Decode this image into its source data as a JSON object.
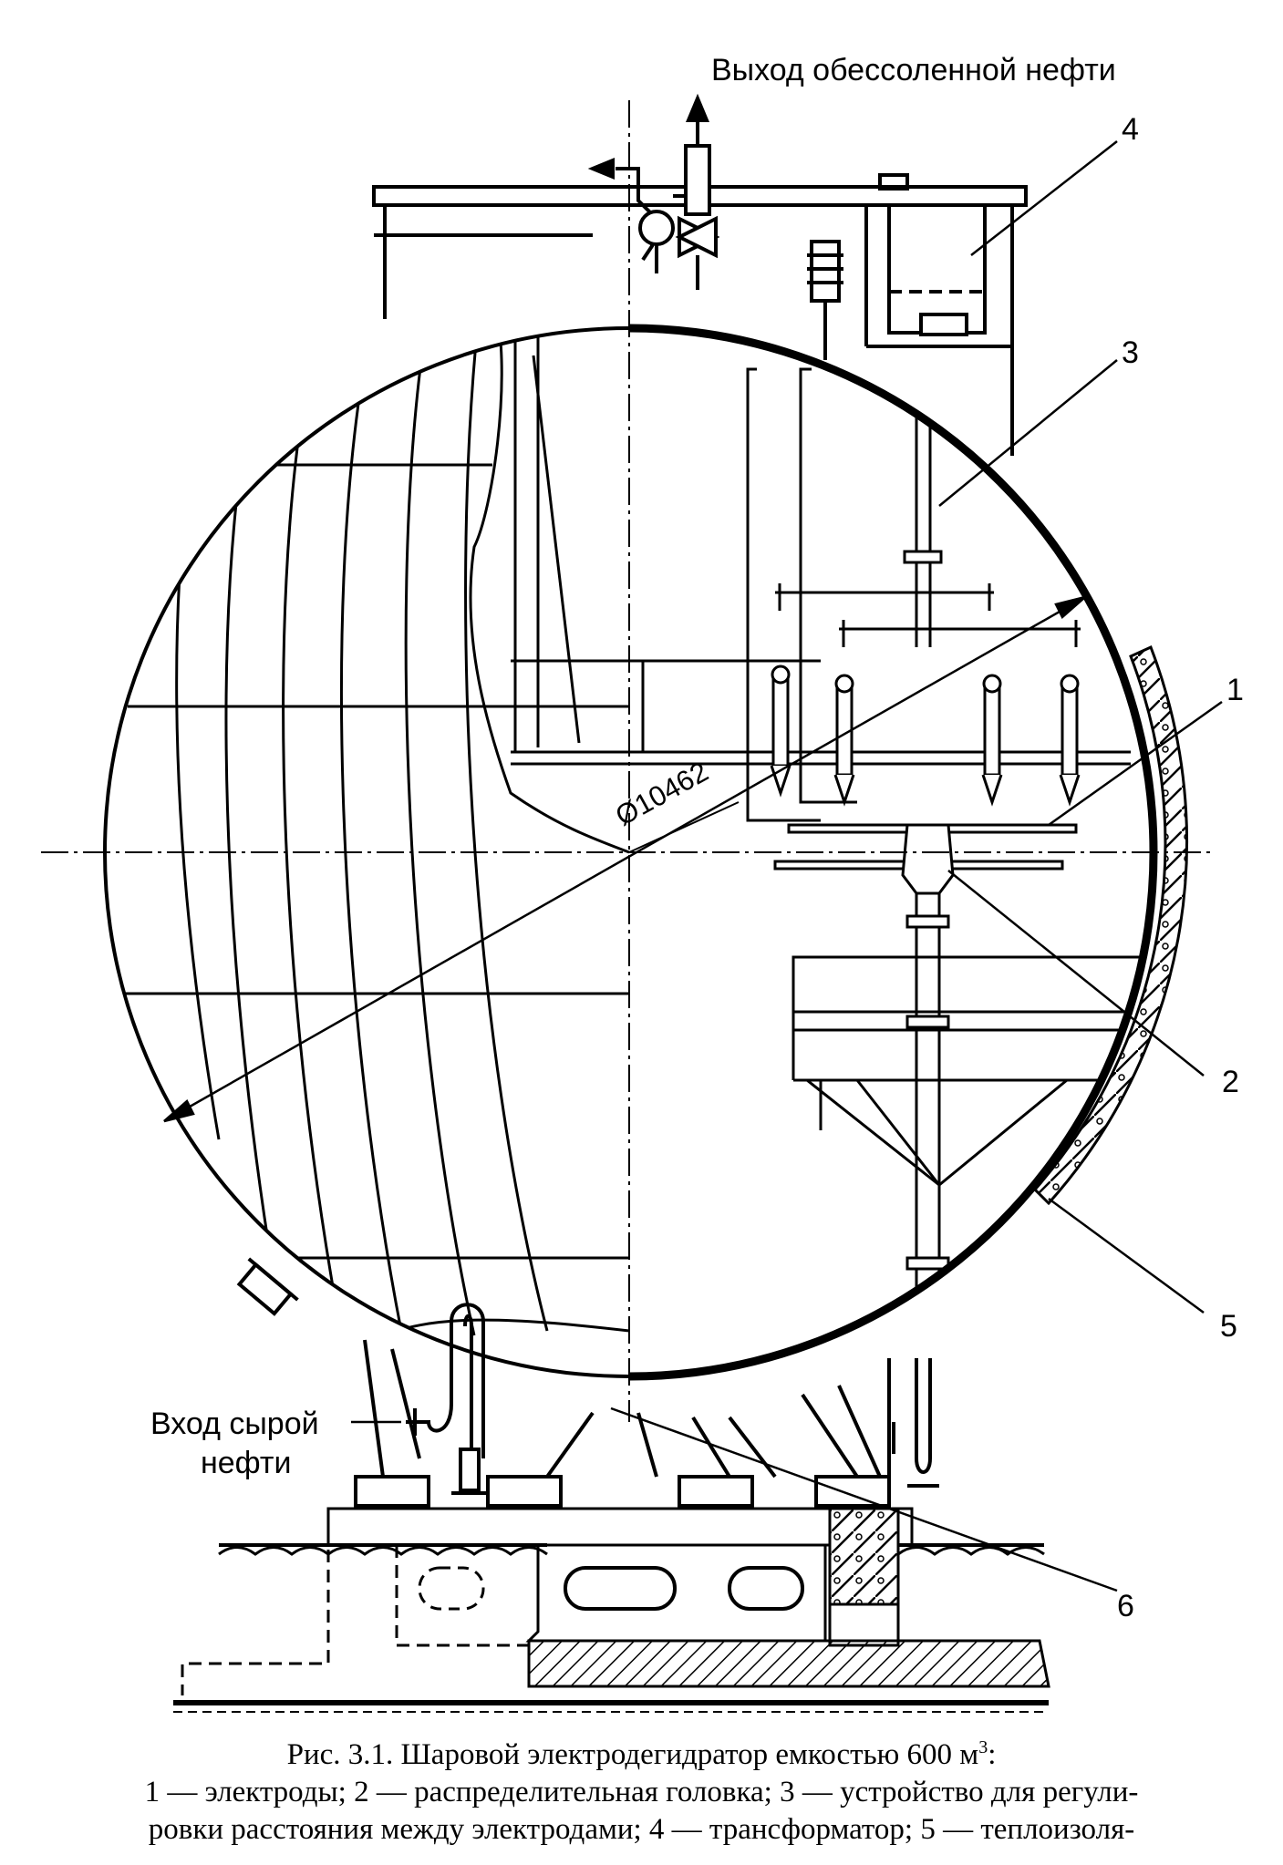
{
  "labels": {
    "outlet": "Выход обессоленной нефти",
    "inlet_line1": "Вход сырой",
    "inlet_line2": "нефти",
    "diameter": "Ø10462"
  },
  "callouts": [
    "1",
    "2",
    "3",
    "4",
    "5",
    "6"
  ],
  "caption": {
    "title_prefix": "Рис. 3.1. Шаровой электродегидратор емкостью 600 м",
    "title_sup": "3",
    "title_suffix": ":",
    "line2": "1 — электроды; 2 — распределительная головка; 3 — устройство для регули-",
    "line3": "ровки расстояния между электродами; 4 — трансформатор; 5 — теплоизоля-"
  }
}
